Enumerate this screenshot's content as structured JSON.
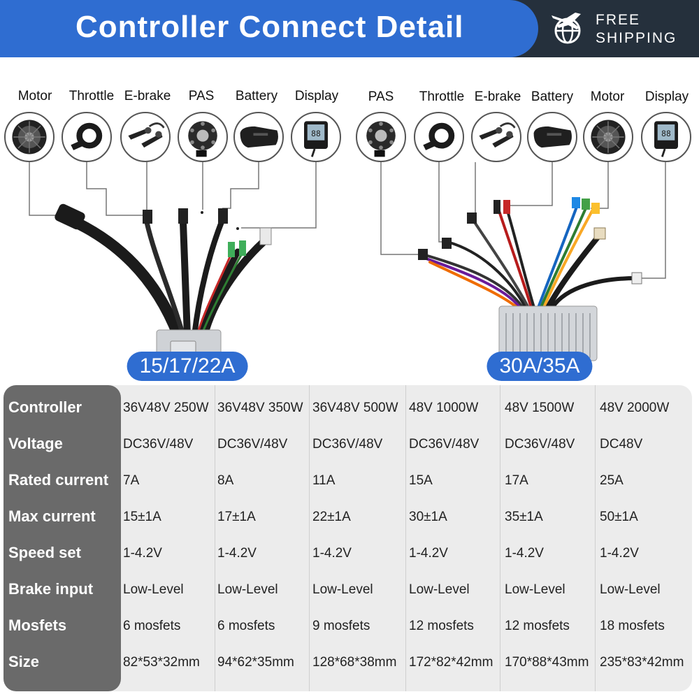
{
  "header": {
    "title": "Controller Connect Detail",
    "badge_line1": "FREE",
    "badge_line2": "SHIPPING",
    "badge_icon": "plane-globe-icon"
  },
  "colors": {
    "accent": "#2f6dd1",
    "header_dark": "#25303c",
    "row_head": "#6a6a6a",
    "panel": "#ececec"
  },
  "left_diagram": {
    "model": "15/17/22A",
    "components": [
      {
        "label": "Motor",
        "icon": "hub-motor-icon"
      },
      {
        "label": "Throttle",
        "icon": "thumb-throttle-icon"
      },
      {
        "label": "E-brake",
        "icon": "brake-lever-icon"
      },
      {
        "label": "PAS",
        "icon": "pas-sensor-icon"
      },
      {
        "label": "Battery",
        "icon": "battery-pack-icon"
      },
      {
        "label": "Display",
        "icon": "lcd-display-icon"
      }
    ]
  },
  "right_diagram": {
    "model": "30A/35A",
    "components": [
      {
        "label": "PAS",
        "icon": "pas-sensor-icon"
      },
      {
        "label": "Throttle",
        "icon": "thumb-throttle-icon"
      },
      {
        "label": "E-brake",
        "icon": "brake-lever-icon"
      },
      {
        "label": "Battery",
        "icon": "battery-pack-icon"
      },
      {
        "label": "Motor",
        "icon": "hub-motor-icon"
      },
      {
        "label": "Display",
        "icon": "lcd-display-icon"
      }
    ]
  },
  "spec_table": {
    "row_labels": [
      "Controller",
      "Voltage",
      "Rated current",
      "Max current",
      "Speed set",
      "Brake input",
      "Mosfets",
      "Size"
    ],
    "columns": [
      [
        "36V48V 250W",
        "DC36V/48V",
        "7A",
        "15±1A",
        "1-4.2V",
        "Low-Level",
        "6 mosfets",
        "82*53*32mm"
      ],
      [
        "36V48V 350W",
        "DC36V/48V",
        "8A",
        "17±1A",
        "1-4.2V",
        "Low-Level",
        "6 mosfets",
        "94*62*35mm"
      ],
      [
        "36V48V 500W",
        "DC36V/48V",
        "11A",
        "22±1A",
        "1-4.2V",
        "Low-Level",
        "9 mosfets",
        "128*68*38mm"
      ],
      [
        "48V 1000W",
        "DC36V/48V",
        "15A",
        "30±1A",
        "1-4.2V",
        "Low-Level",
        "12 mosfets",
        "172*82*42mm"
      ],
      [
        "48V 1500W",
        "DC36V/48V",
        "17A",
        "35±1A",
        "1-4.2V",
        "Low-Level",
        "12 mosfets",
        "170*88*43mm"
      ],
      [
        "48V 2000W",
        "DC48V",
        "25A",
        "50±1A",
        "1-4.2V",
        "Low-Level",
        "18 mosfets",
        "235*83*42mm"
      ]
    ]
  }
}
